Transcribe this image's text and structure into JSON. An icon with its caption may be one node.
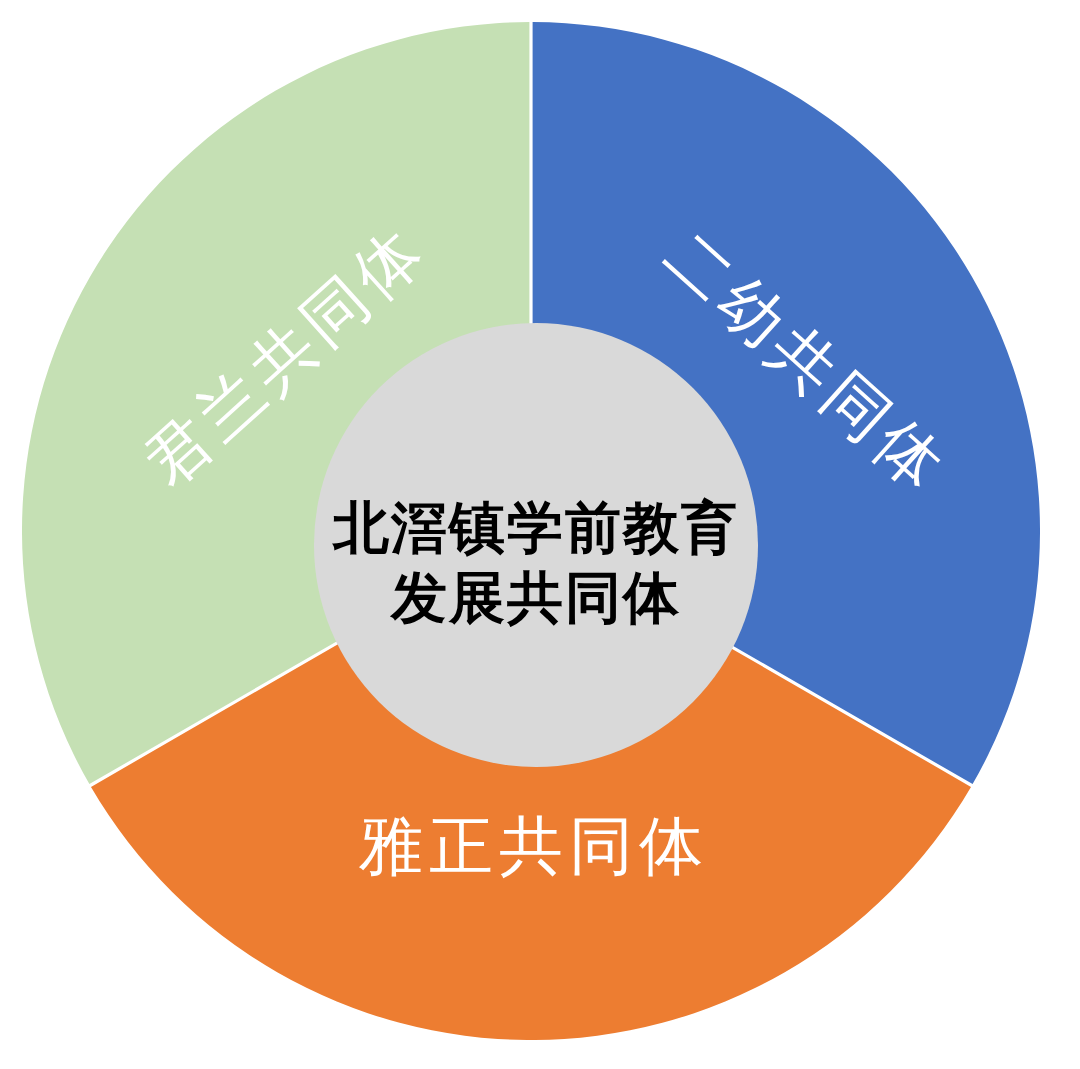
{
  "diagram": {
    "nodes": [
      {
        "text": [
          "君兰共同体"
        ]
      },
      {
        "text": [
          "二幼共同体"
        ]
      },
      {
        "text": [
          "北滘镇学前教育发展共同体"
        ]
      },
      {
        "text": [
          "雅正共同体"
        ]
      }
    ]
  }
}
